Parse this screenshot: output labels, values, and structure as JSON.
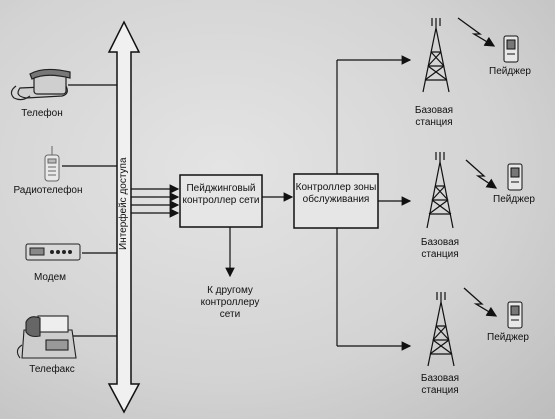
{
  "devices": {
    "telephone": "Телефон",
    "radiotelephone": "Радиотелефон",
    "modem": "Модем",
    "fax": "Телефакс"
  },
  "access_interface": "Интерфейс доступа",
  "paging_controller": "Пейджинговый контроллер сети",
  "zone_controller": "Контроллер зоны обслуживания",
  "other_controller": "К другому контроллеру сети",
  "stations": [
    {
      "station_label": "Базовая станция",
      "pager_label": "Пейджер"
    },
    {
      "station_label": "Базовая станция",
      "pager_label": "Пейджер"
    },
    {
      "station_label": "Базовая станция",
      "pager_label": "Пейджер"
    }
  ]
}
